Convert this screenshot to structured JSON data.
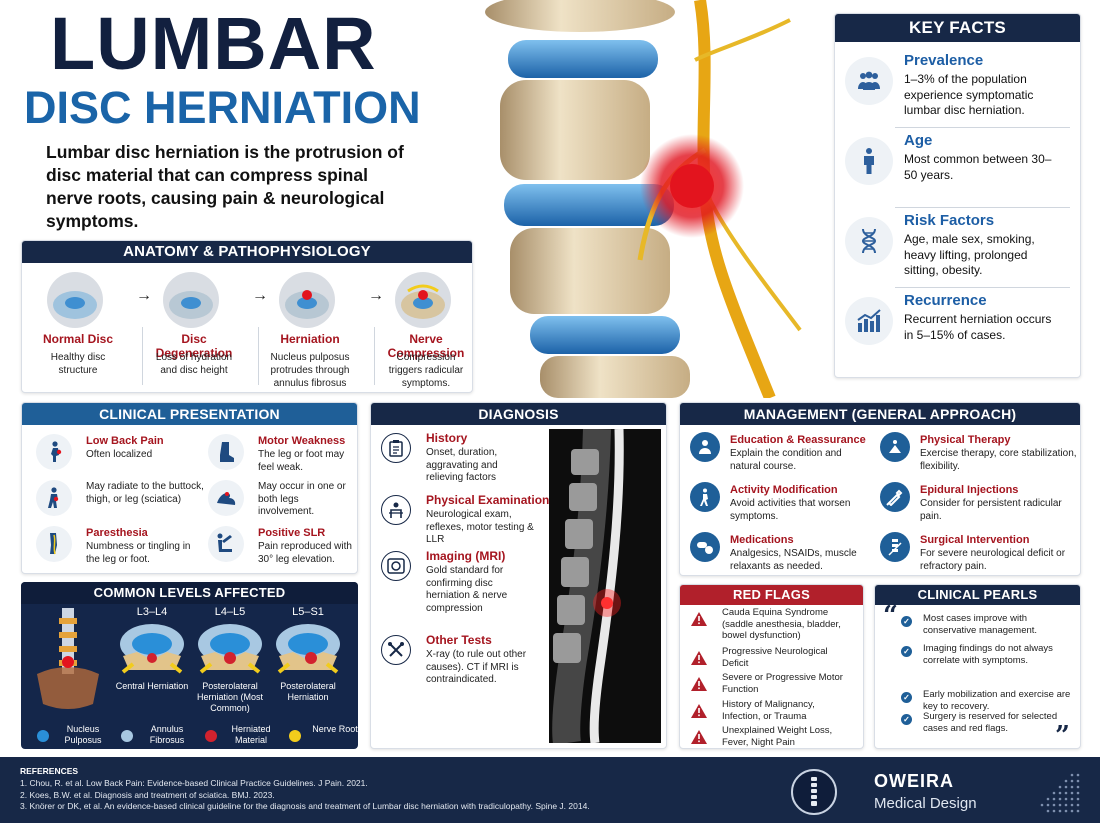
{
  "title": {
    "line1": "LUMBAR",
    "line2": "DISC HERNIATION"
  },
  "intro": "Lumbar disc herniation is the protrusion of disc material that can compress spinal nerve roots, causing pain & neurological symptoms.",
  "anatomy": {
    "header": "ANATOMY & PATHOPHYSIOLOGY",
    "stages": [
      {
        "name": "Normal Disc",
        "desc": "Healthy disc structure"
      },
      {
        "name": "Disc Degeneration",
        "desc": "Loss of hydration and disc height"
      },
      {
        "name": "Herniation",
        "desc": "Nucleus pulposus protrudes through annulus fibrosus"
      },
      {
        "name": "Nerve Compression",
        "desc": "Compression triggers radicular symptoms."
      }
    ]
  },
  "key_facts": {
    "header": "KEY FACTS",
    "items": [
      {
        "title": "Prevalence",
        "desc": "1–3% of the population experience symptomatic lumbar disc herniation.",
        "icon": "people-icon"
      },
      {
        "title": "Age",
        "desc": "Most common between 30–50 years.",
        "icon": "person-icon"
      },
      {
        "title": "Risk Factors",
        "desc": "Age, male sex, smoking, heavy lifting, prolonged sitting, obesity.",
        "icon": "dna-icon"
      },
      {
        "title": "Recurrence",
        "desc": "Recurrent herniation occurs in 5–15% of cases.",
        "icon": "bar-chart-icon"
      }
    ]
  },
  "clinical": {
    "header": "CLINICAL PRESENTATION",
    "left": [
      {
        "title": "Low Back Pain",
        "desc": "Often localized"
      },
      {
        "title": "",
        "desc": "May radiate to the buttock, thigh, or leg (sciatica)"
      },
      {
        "title": "Paresthesia",
        "desc": "Numbness or tingling in the leg or foot."
      }
    ],
    "right": [
      {
        "title": "Motor Weakness",
        "desc": "The leg or foot may feel weak."
      },
      {
        "title": "",
        "desc": "May occur in one or both legs involvement."
      },
      {
        "title": "Positive SLR",
        "desc": "Pain reproduced with 30° leg elevation."
      }
    ]
  },
  "levels": {
    "header": "COMMON LEVELS AFFECTED",
    "items": [
      {
        "level": "L3–L4",
        "label": "Central Herniation"
      },
      {
        "level": "L4–L5",
        "label": "Posterolateral Herniation (Most Common)"
      },
      {
        "level": "L5–S1",
        "label": "Posterolateral Herniation"
      }
    ],
    "legend": [
      {
        "label": "Nucleus Pulposus",
        "color": "#2a8fd8"
      },
      {
        "label": "Annulus Fibrosus",
        "color": "#a8c8e2"
      },
      {
        "label": "Herniated Material",
        "color": "#d2222e"
      },
      {
        "label": "Nerve Root",
        "color": "#f2cc1c"
      }
    ]
  },
  "diagnosis": {
    "header": "DIAGNOSIS",
    "items": [
      {
        "title": "History",
        "desc": "Onset, duration, aggravating and relieving factors"
      },
      {
        "title": "Physical Examination",
        "desc": "Neurological exam, reflexes, motor testing & LLR"
      },
      {
        "title": "Imaging (MRI)",
        "desc": "Gold standard for confirming disc herniation & nerve compression"
      },
      {
        "title": "Other Tests",
        "desc": "X-ray (to rule out other causes). CT if MRI is contraindicated."
      }
    ]
  },
  "management": {
    "header": "MANAGEMENT (GENERAL APPROACH)",
    "left": [
      {
        "title": "Education & Reassurance",
        "desc": "Explain the condition and natural course."
      },
      {
        "title": "Activity Modification",
        "desc": "Avoid activities that worsen symptoms."
      },
      {
        "title": "Medications",
        "desc": "Analgesics, NSAIDs, muscle relaxants as needed."
      }
    ],
    "right": [
      {
        "title": "Physical Therapy",
        "desc": "Exercise therapy, core stabilization, flexibility."
      },
      {
        "title": "Epidural Injections",
        "desc": "Consider for persistent radicular pain."
      },
      {
        "title": "Surgical Intervention",
        "desc": "For severe neurological deficit or refractory pain."
      }
    ]
  },
  "red_flags": {
    "header": "RED FLAGS",
    "items": [
      "Cauda Equina Syndrome (saddle anesthesia, bladder, bowel dysfunction)",
      "Progressive Neurological Deficit",
      "Severe or Progressive Motor Function",
      "History of Malignancy, Infection, or Trauma",
      "Unexplained Weight Loss, Fever, Night Pain"
    ]
  },
  "pearls": {
    "header": "CLINICAL PEARLS",
    "items": [
      "Most cases improve with conservative management.",
      "Imaging findings do not always correlate with symptoms.",
      "Early mobilization and exercise are key to recovery.",
      "Surgery is reserved for selected cases and red flags."
    ]
  },
  "references": {
    "header": "REFERENCES",
    "items": [
      "1. Chou, R. et al. Low Back Pain: Evidence-based Clinical Practice Guidelines. J Pain. 2021.",
      "2. Koes, B.W. et al. Diagnosis and treatment of sciatica. BMJ. 2023.",
      "3. Knörer or DK, et al. An evidence-based clinical guideline for the diagnosis and treatment of Lumbar disc herniation with tradiculopathy. Spine J. 2014."
    ]
  },
  "brand": {
    "name": "OWEIRA",
    "tagline": "Medical Design"
  },
  "colors": {
    "navy": "#172847",
    "blue": "#1f5f98",
    "red": "#b1202b"
  }
}
